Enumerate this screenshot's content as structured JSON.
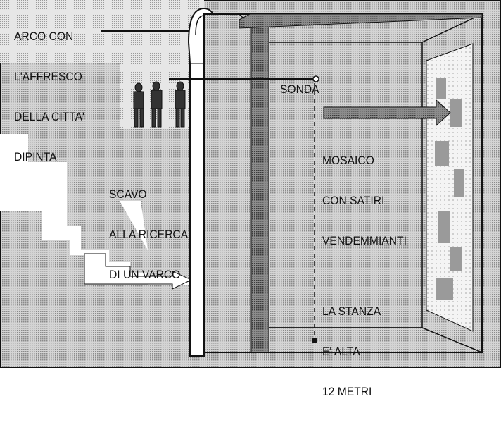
{
  "labels": {
    "arco": [
      "ARCO CON",
      "L'AFFRESCO",
      "DELLA CITTA'",
      "DIPINTA"
    ],
    "sonda": "SONDA",
    "scavo": [
      "SCAVO",
      "ALLA RICERCA",
      "DI UN VARCO"
    ],
    "mosaico": [
      "MOSAICO",
      "CON SATIRI",
      "VENDEMMIANTI"
    ],
    "stanza": [
      "LA STANZA",
      "E' ALTA",
      "12 METRI"
    ]
  },
  "colors": {
    "background_halftone": "#bdbdbd",
    "wall_dark": "#555555",
    "mosaic_panel": "#f2f2f2",
    "ink": "#111111"
  }
}
